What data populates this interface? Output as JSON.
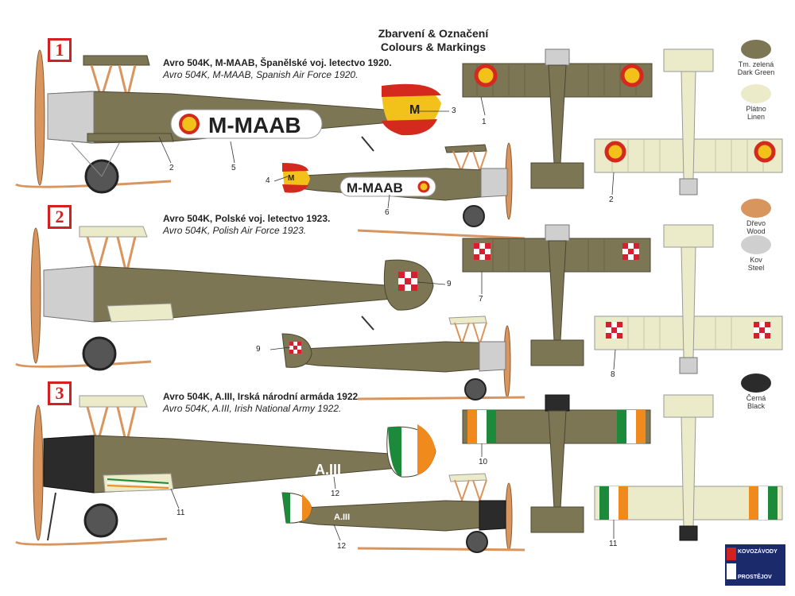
{
  "header": {
    "title_cz": "Zbarvení & Označení",
    "title_en": "Colours & Markings"
  },
  "schemes": [
    {
      "number": "1",
      "title_bold": "Avro 504K, M-MAAB, Španělské voj. letectvo 1920.",
      "title_italic": "Avro 504K, M-MAAB, Spanish Air Force  1920.",
      "registration": "M-MAAB",
      "tail_letter": "M",
      "insignia": "spanish-roundel",
      "callouts": [
        "1",
        "2",
        "3",
        "4",
        "5",
        "6"
      ]
    },
    {
      "number": "2",
      "title_bold": "Avro 504K, Polské voj. letectvo 1923.",
      "title_italic": "Avro 504K, Polish Air Force  1923.",
      "insignia": "polish-checkerboard",
      "callouts": [
        "7",
        "8",
        "9",
        "9"
      ]
    },
    {
      "number": "3",
      "title_bold": "Avro 504K, A.III, Irská národní armáda  1922.",
      "title_italic": "Avro 504K, A.III, Irish National Army  1922.",
      "serial_large": "A.III",
      "serial_small": "A.III",
      "insignia": "irish-tricolour",
      "callouts": [
        "10",
        "11",
        "11",
        "12",
        "12"
      ]
    }
  ],
  "legend": [
    {
      "cz": "Tm. zelená",
      "en": "Dark Green",
      "color": "#7d7654"
    },
    {
      "cz": "Plátno",
      "en": "Linen",
      "color": "#ecebc9"
    },
    {
      "cz": "Dřevo",
      "en": "Wood",
      "color": "#d9955e"
    },
    {
      "cz": "Kov",
      "en": "Steel",
      "color": "#cfcfcf"
    },
    {
      "cz": "Černá",
      "en": "Black",
      "color": "#2b2b2b"
    }
  ],
  "colors": {
    "olive": "#7d7654",
    "linen": "#ecebc9",
    "wood": "#d9955e",
    "steel": "#cfcfcf",
    "black": "#2b2b2b",
    "spain_red": "#d42a1e",
    "spain_yellow": "#f2c21a",
    "poland_red": "#d62030",
    "ireland_green": "#1c8a3a",
    "ireland_orange": "#f08a1c",
    "badge_red": "#d32020"
  },
  "logo": {
    "line1": "KOVOZÁVODY",
    "line2": "PROSTĚJOV"
  }
}
